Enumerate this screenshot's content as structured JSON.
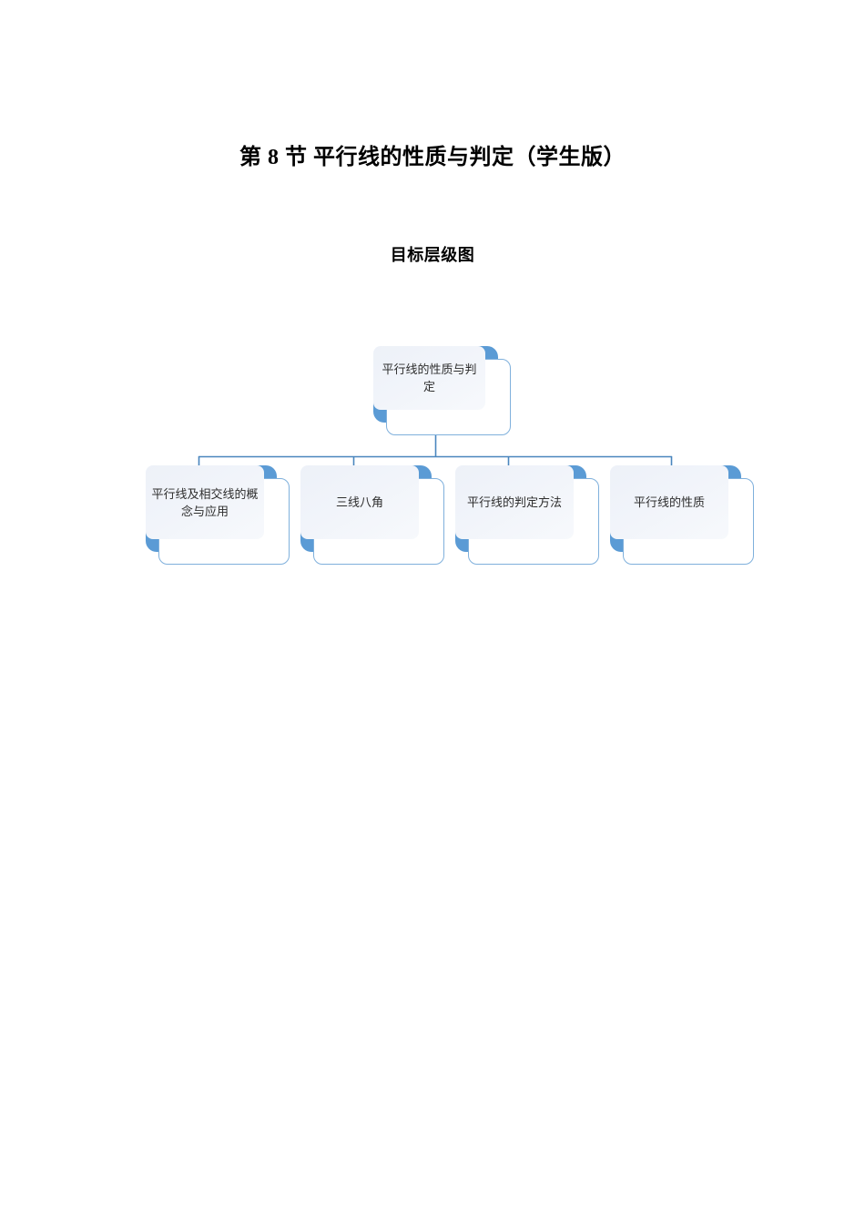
{
  "document": {
    "title": "第 8 节  平行线的性质与判定（学生版）",
    "subtitle": "目标层级图",
    "background_color": "#FFFFFF"
  },
  "diagram": {
    "type": "hierarchy",
    "name": "目标层级图",
    "accent_color": "#5B9BD5",
    "border_color": "#7FB0DC",
    "panel_fill": "#EDF1F8",
    "text_color": "#2E2E2E",
    "root": {
      "label": "平行线的性质与判定"
    },
    "children": [
      {
        "label": "平行线及相交线的概念与应用"
      },
      {
        "label": "三线八角"
      },
      {
        "label": "平行线的判定方法"
      },
      {
        "label": "平行线的性质"
      }
    ]
  }
}
